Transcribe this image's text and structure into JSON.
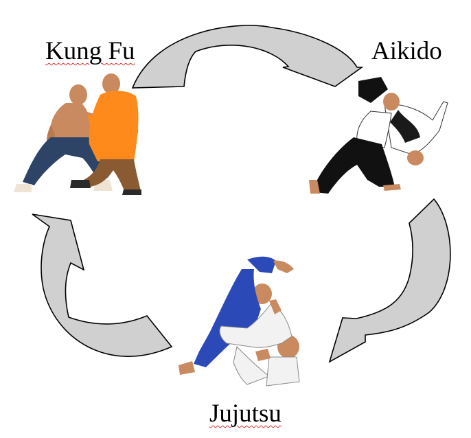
{
  "labels": {
    "kung_fu": "Kung Fu",
    "aikido": "Aikido",
    "jujutsu": "Jujutsu"
  },
  "colors": {
    "arrow_fill": "#d0d0d0",
    "arrow_stroke": "#000000",
    "spellcheck_underline": "#e03030",
    "kungfu_robe": "#ff8a1c",
    "kungfu_pants": "#2e4466",
    "aikido_hakama": "#111111",
    "aikido_gi": "#ffffff",
    "jujutsu_blue_gi": "#2b4ab8",
    "jujutsu_white_gi": "#f2f2f2",
    "skin": "#c98a5f"
  },
  "icons": {
    "cycle_arrows": [
      "kungfu-to-aikido-arrow-icon",
      "aikido-to-jujutsu-arrow-icon",
      "jujutsu-to-kungfu-arrow-icon"
    ]
  }
}
